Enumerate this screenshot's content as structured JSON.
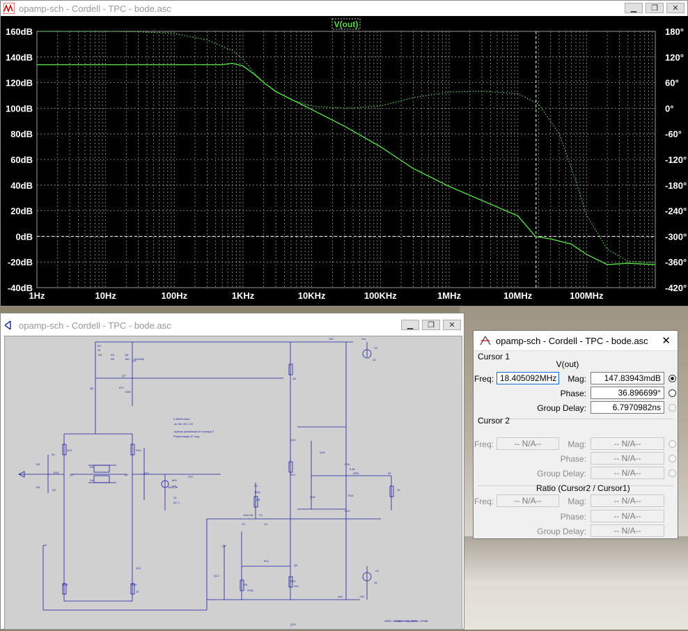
{
  "plot_window": {
    "title": "opamp-sch - Cordell - TPC - bode.asc",
    "trace_label": "V(out)",
    "colors": {
      "background": "#000000",
      "trace": "#55dd44",
      "grid": "#9a9a9a",
      "text": "#ffffff"
    },
    "y_left_ticks": [
      "160dB",
      "140dB",
      "120dB",
      "100dB",
      "80dB",
      "60dB",
      "40dB",
      "20dB",
      "0dB",
      "-20dB",
      "-40dB"
    ],
    "y_right_ticks": [
      "180°",
      "120°",
      "60°",
      "0°",
      "-60°",
      "-120°",
      "-180°",
      "-240°",
      "-300°",
      "-360°",
      "-420°"
    ],
    "x_ticks": [
      "1Hz",
      "10Hz",
      "100Hz",
      "1KHz",
      "10KHz",
      "100KHz",
      "1MHz",
      "10MHz",
      "100MHz"
    ]
  },
  "chart_data": {
    "type": "line",
    "x_scale": "log",
    "xlim_hz": [
      1,
      1000000000
    ],
    "ylim_db": [
      -40,
      160
    ],
    "ylim_deg": [
      -420,
      180
    ],
    "cursor_freq_hz": 18405092,
    "series": [
      {
        "name": "V(out)",
        "axis": "magnitude_db",
        "x": [
          1,
          10,
          100,
          500,
          700,
          1000,
          1500,
          2000,
          3000,
          5000,
          10000,
          30000,
          100000,
          300000,
          1000000,
          3000000,
          10000000,
          18000000,
          30000000,
          60000000,
          100000000,
          200000000,
          400000000,
          1000000000
        ],
        "y": [
          134,
          134,
          134,
          134,
          135,
          133,
          126,
          120,
          113,
          107,
          99,
          86,
          70,
          53,
          39,
          28,
          16,
          0,
          -2,
          -6,
          -14,
          -22,
          -21,
          -22
        ]
      },
      {
        "name": "V(out)",
        "axis": "phase_deg",
        "x": [
          1,
          10,
          30,
          100,
          300,
          700,
          1000,
          1500,
          2000,
          3000,
          5000,
          10000,
          30000,
          100000,
          300000,
          1000000,
          3000000,
          10000000,
          20000000,
          40000000,
          70000000,
          100000000,
          200000000,
          400000000,
          1000000000
        ],
        "y": [
          180,
          180,
          179,
          175,
          160,
          135,
          115,
          80,
          60,
          40,
          20,
          5,
          0,
          5,
          25,
          38,
          40,
          34,
          10,
          -60,
          -170,
          -250,
          -330,
          -358,
          -362
        ]
      }
    ]
  },
  "schematic_window": {
    "title": "opamp-sch - Cordell - TPC - bode.asc",
    "labels": [
      "15V",
      "Vcc",
      "V2",
      "15",
      "Vee",
      "-15V",
      "V3",
      "15",
      "R1",
      "1k",
      "R2",
      "R3",
      "R5",
      "150",
      "Q5",
      "2N3906",
      "Q6",
      "Q7",
      "R17",
      "100k",
      "Q1",
      "Q2",
      "Q3",
      "Q4",
      "Q8",
      "Q9",
      "Q10",
      "Q11",
      "Q12",
      "Q13",
      "Q14",
      "Q15",
      "Q16",
      "R10",
      "R11",
      "R12",
      "R13",
      "R14",
      "R15",
      "R16",
      "R18",
      "R19",
      "R20",
      "R21",
      "R6",
      "R8",
      "D1",
      "D2",
      "D3",
      "D4",
      "D5",
      "D6",
      "1N4148",
      "1N4148",
      "C1",
      "C2",
      "C3",
      "C4",
      "100p",
      "220p",
      "10n",
      "3.3k",
      "47",
      "10",
      "33",
      "270",
      "600",
      "out",
      "NFB",
      "V1",
      "AC 1",
      "0.8529144uV",
      ".ac dec 10 1 1G",
      ".options plotwinsize=0 numdgt=7",
      "Phasemargin:37 deg",
      "GBW: 18 MHz",
      "Gol(100Hz): 80dB",
      "Gol(1KHz): 133dB"
    ]
  },
  "cursor_dialog": {
    "title": "opamp-sch - Cordell - TPC - bode.asc",
    "close": "✕",
    "cursor1": {
      "group": "Cursor 1",
      "trace": "V(out)",
      "freq_label": "Freq:",
      "freq": "18.405092MHz",
      "mag_label": "Mag:",
      "mag": "147.83943mdB",
      "phase_label": "Phase:",
      "phase": "36.896699°",
      "gd_label": "Group Delay:",
      "gd": "6.7970982ns"
    },
    "cursor2": {
      "group": "Cursor 2",
      "freq_label": "Freq:",
      "freq": "-- N/A--",
      "mag_label": "Mag:",
      "mag": "-- N/A--",
      "phase_label": "Phase:",
      "phase": "-- N/A--",
      "gd_label": "Group Delay:",
      "gd": "-- N/A--"
    },
    "ratio": {
      "group": "Ratio (Cursor2 / Cursor1)",
      "freq_label": "Freq:",
      "freq": "-- N/A--",
      "mag_label": "Mag:",
      "mag": "-- N/A--",
      "phase_label": "Phase:",
      "phase": "-- N/A--",
      "gd_label": "Group Delay:",
      "gd": "-- N/A--"
    }
  }
}
